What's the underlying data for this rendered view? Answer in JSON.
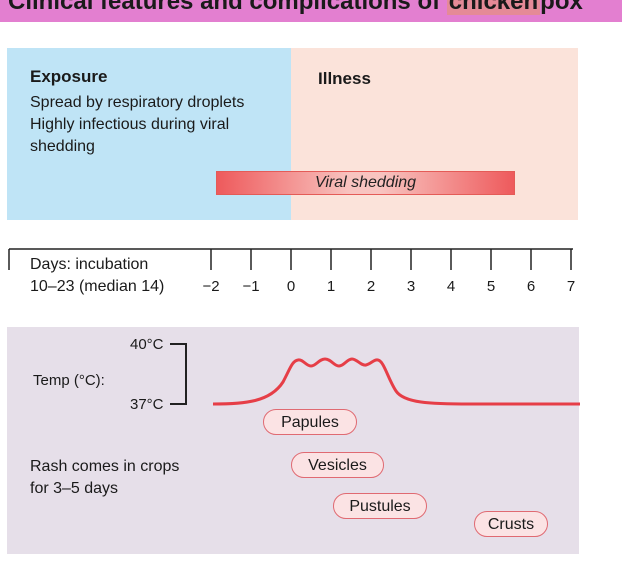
{
  "title": {
    "prefix": "Clinical features and complications of ",
    "highlight": "chicken",
    "suffix": "pox"
  },
  "exposure": {
    "heading": "Exposure",
    "lines": [
      "Spread by respiratory droplets",
      "Highly infectious during viral",
      "shedding"
    ]
  },
  "illness": {
    "heading": "Illness"
  },
  "shedding": {
    "label": "Viral shedding"
  },
  "timeline": {
    "days_line1": "Days: incubation",
    "days_line2": "10–23 (median 14)",
    "ticks": [
      "−2",
      "−1",
      "0",
      "1",
      "2",
      "3",
      "4",
      "5",
      "6",
      "7"
    ]
  },
  "temperature": {
    "label": "Temp (°C):",
    "high": "40°C",
    "low": "37°C"
  },
  "rash": {
    "line1": "Rash comes in crops",
    "line2": "for 3–5 days",
    "stages": [
      "Papules",
      "Vesicles",
      "Pustules",
      "Crusts"
    ]
  },
  "colors": {
    "title_bar": "#e37fd0",
    "exposure_bg": "#bfe4f6",
    "illness_bg": "#fbe3da",
    "rash_bg": "#e6dfe9",
    "accent": "#e63e47"
  }
}
